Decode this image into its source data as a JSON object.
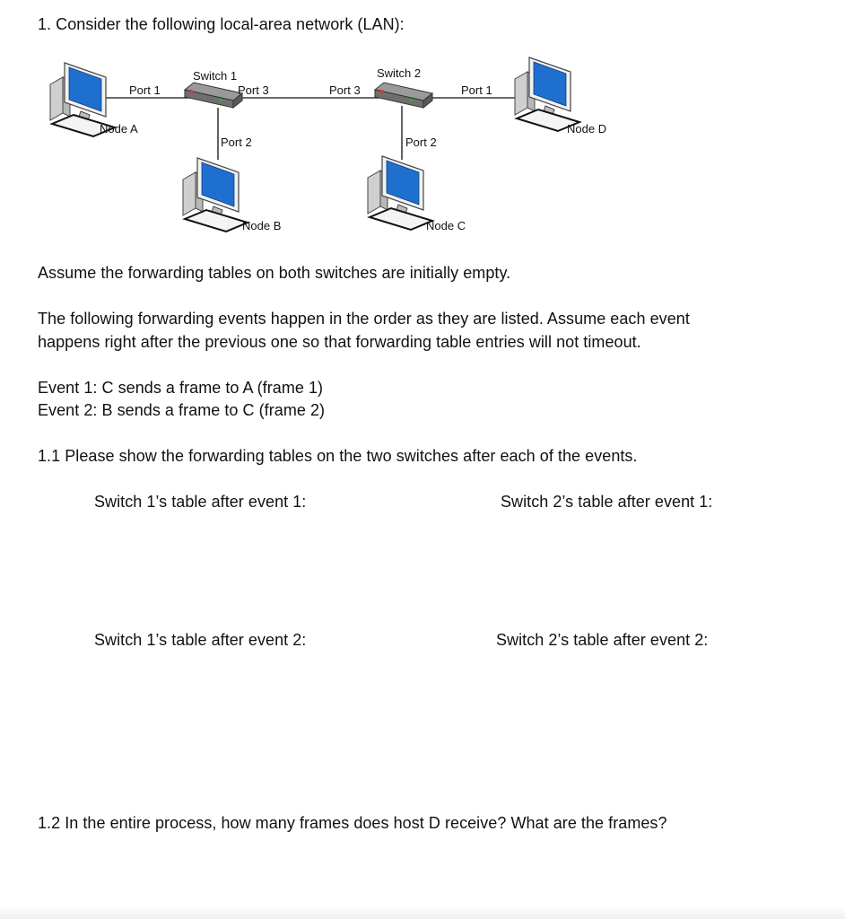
{
  "question1": {
    "title": "1. Consider the following local-area network (LAN):",
    "diagram": {
      "switch1": "Switch 1",
      "switch2": "Switch 2",
      "s1_port1": "Port 1",
      "s1_port3": "Port 3",
      "s1_port2": "Port 2",
      "s2_port3": "Port 3",
      "s2_port1": "Port 1",
      "s2_port2": "Port 2",
      "node_a": "Node A",
      "node_b": "Node B",
      "node_c": "Node C",
      "node_d": "Node D"
    },
    "assumption": "Assume the forwarding tables on both switches are initially empty.",
    "events_intro_line1": "The following forwarding events happen in the order as they are listed. Assume each event",
    "events_intro_line2": "happens right after the previous one so that forwarding table entries will not timeout.",
    "event1": "Event 1: C sends a frame to A  (frame 1)",
    "event2": "Event 2: B sends a frame to C  (frame 2)",
    "q1_1": "1.1 Please show the forwarding tables on the two switches after each of the events.",
    "s1_after_e1": "Switch 1’s table after event 1:",
    "s2_after_e1": "Switch 2’s table after event 1:",
    "s1_after_e2": "Switch 1’s table after event 2:",
    "s2_after_e2": "Switch 2’s table after event 2:",
    "q1_2": "1.2 In the entire process, how many frames does host D receive? What are the frames?"
  },
  "colors": {
    "screen": "#1f6fcf",
    "computer_body": "#e8e8e8",
    "switch_body": "#7d7d7d",
    "link": "#111111"
  }
}
